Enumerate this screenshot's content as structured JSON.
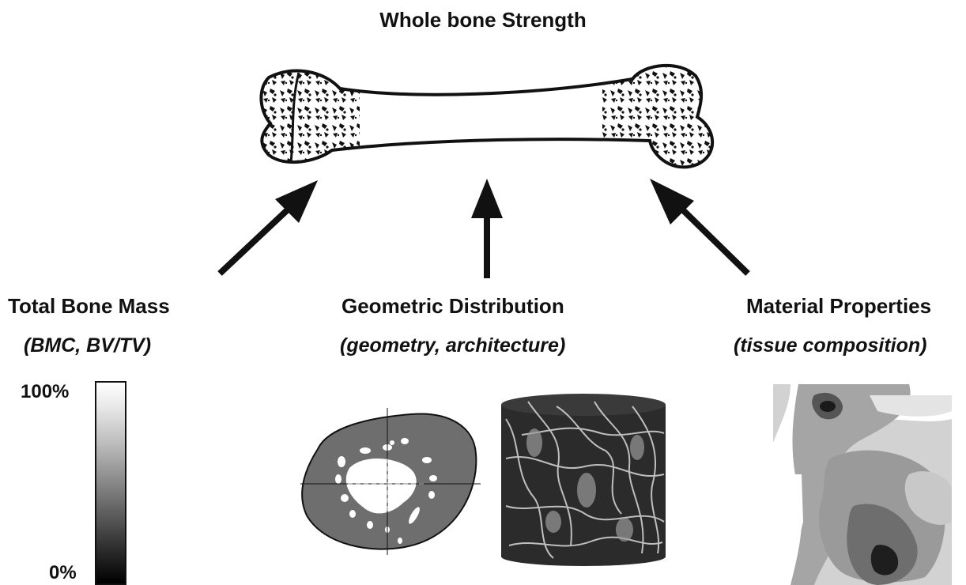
{
  "title": "Whole bone Strength",
  "factors": {
    "mass": {
      "title": "Total Bone Mass",
      "subtitle": "(BMC, BV/TV)"
    },
    "geometry": {
      "title": "Geometric Distribution",
      "subtitle": "(geometry, architecture)"
    },
    "material": {
      "title": "Material Properties",
      "subtitle": "(tissue composition)"
    }
  },
  "scale": {
    "max_label": "100%",
    "min_label": "0%"
  },
  "colors": {
    "ink": "#111111",
    "cross_section": "#6e6e6e",
    "background": "#ffffff"
  }
}
